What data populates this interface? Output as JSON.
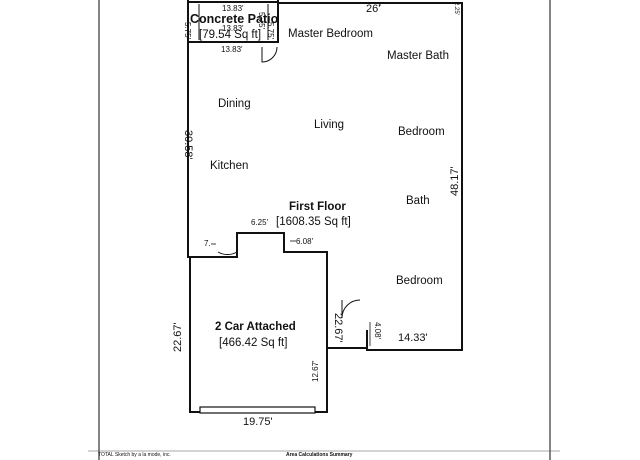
{
  "plan": {
    "patio": {
      "name": "Concrete Patio",
      "area": "[79.54 Sq ft]",
      "dim_top": "13.83'",
      "dim_inner": "13.83'",
      "dim_bottom": "13.83'",
      "dim_left": "5.75'",
      "dim_right": "5.75'"
    },
    "first_floor": {
      "name": "First Floor",
      "area": "[1608.35 Sq ft]"
    },
    "garage": {
      "name": "2 Car Attached",
      "area": "[466.42 Sq ft]"
    },
    "rooms": {
      "master_bedroom": "Master Bedroom",
      "master_bath": "Master Bath",
      "dining": "Dining",
      "living": "Living",
      "bedroom_1": "Bedroom",
      "kitchen": "Kitchen",
      "bath": "Bath",
      "bedroom_2": "Bedroom"
    },
    "dimensions": {
      "top": "26'",
      "top_right": "2.25'",
      "left_upper": "30.58'",
      "right": "48.17'",
      "notch_top": "6.25'",
      "notch_right": "6.08'",
      "notch_left": "7.",
      "garage_left": "22.67'",
      "garage_inner": "12.67'",
      "garage_right": "22.67'",
      "step": "4.08'",
      "bottom_right": "14.33'",
      "garage_bottom": "19.75'"
    }
  },
  "footer": {
    "left": "TOTAL Sketch by a la mode, inc.",
    "center": "Area Calculations Summary"
  }
}
